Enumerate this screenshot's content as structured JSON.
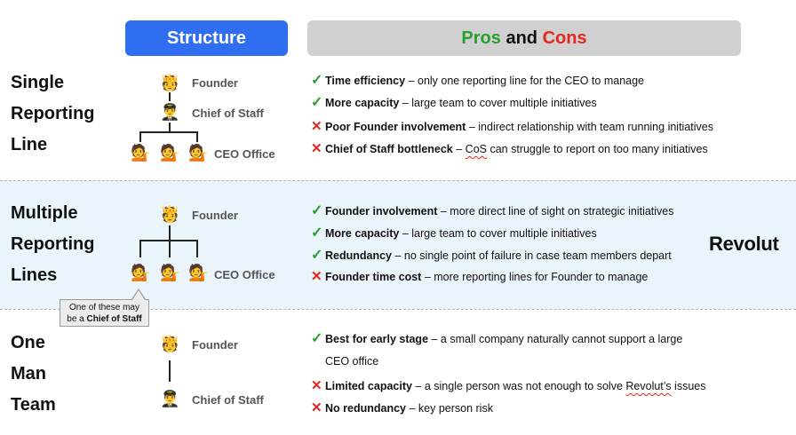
{
  "headers": {
    "structure": "Structure",
    "pros": "Pros",
    "and": "and",
    "cons": "Cons"
  },
  "logo": "Revolut",
  "icons": {
    "founder": "crowned-person-icon",
    "chief_of_staff": "pilot-person-icon",
    "ceo_office_member": "person-tipping-hand-icon",
    "pro": "check-icon",
    "con": "cross-icon"
  },
  "colors": {
    "structure_pill": "#2f6ef1",
    "pros": "#27a12c",
    "cons": "#e0281d",
    "band": "#eaf4fb"
  },
  "rows": [
    {
      "title": [
        "Single",
        "Reporting",
        "Line"
      ],
      "labels": {
        "founder": "Founder",
        "chief_of_staff": "Chief of Staff",
        "ceo_office": "CEO Office"
      },
      "points": [
        {
          "type": "pro",
          "bold": "Time efficiency",
          "text": " – only one reporting line for the CEO to manage"
        },
        {
          "type": "pro",
          "bold": "More capacity",
          "text": " – large team to cover multiple initiatives"
        },
        {
          "type": "con",
          "bold": "Poor Founder involvement",
          "text": " – indirect relationship with team running initiatives"
        },
        {
          "type": "con",
          "bold": "Chief of Staff bottleneck",
          "text_pre": " – ",
          "squiggle": "CoS",
          "text": " can struggle to report on too many initiatives"
        }
      ]
    },
    {
      "title": [
        "Multiple",
        "Reporting",
        "Lines"
      ],
      "labels": {
        "founder": "Founder",
        "ceo_office": "CEO Office"
      },
      "callout": {
        "line1": "One of these may",
        "line2_pre": "be a ",
        "line2_bold": "Chief of Staff"
      },
      "points": [
        {
          "type": "pro",
          "bold": "Founder involvement",
          "text": " – more direct line of sight on strategic initiatives"
        },
        {
          "type": "pro",
          "bold": "More capacity",
          "text": " – large team to cover multiple initiatives"
        },
        {
          "type": "pro",
          "bold": "Redundancy",
          "text": " – no single point of failure in case team members depart"
        },
        {
          "type": "con",
          "bold": "Founder time cost",
          "text": " – more reporting lines for Founder to manage"
        }
      ]
    },
    {
      "title": [
        "One",
        "Man",
        "Team"
      ],
      "labels": {
        "founder": "Founder",
        "chief_of_staff": "Chief of Staff"
      },
      "points": [
        {
          "type": "pro",
          "bold": "Best for early stage",
          "text": " – a small company naturally cannot support a large",
          "text_line2": "CEO office"
        },
        {
          "type": "con",
          "bold": "Limited capacity",
          "text_pre": " – a single person was not enough to solve ",
          "squiggle": "Revolut’s",
          "text": " issues"
        },
        {
          "type": "con",
          "bold": "No redundancy",
          "text": " – key person risk"
        }
      ]
    }
  ]
}
